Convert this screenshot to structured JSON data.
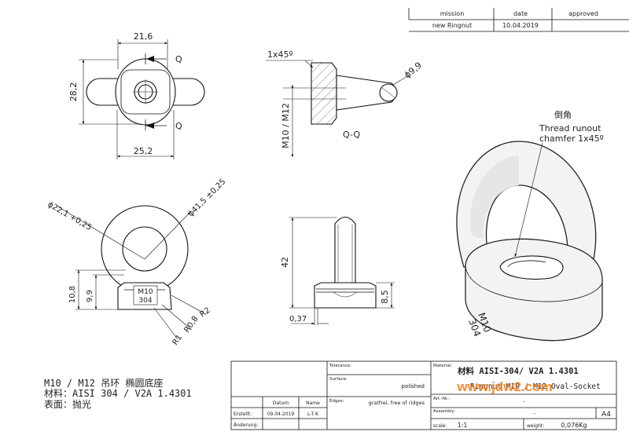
{
  "header": {
    "mission_label": "mission",
    "date_label": "date",
    "approved_label": "approved",
    "mission_value": "new Ringnut",
    "date_value": "10.04.2019",
    "approved_value": ""
  },
  "views": {
    "top": {
      "dim_width": "21,6",
      "dim_height": "28,2",
      "dim_bottom": "25,2",
      "section_a": "Q",
      "section_b": "Q"
    },
    "side": {
      "chamfer": "1x45º",
      "diameter": "ϕ9,9",
      "thread": "M10 / M12",
      "section_name": "Q-Q"
    },
    "front": {
      "dia_inner": "ϕ22,1 +0,25",
      "dia_outer": "ϕ41,5 ±0,25",
      "h1": "10,8",
      "h2": "9,9",
      "engrave_1": "M10",
      "engrave_2": "304",
      "r2": "R2",
      "r08": "R0,8",
      "r1": "R1"
    },
    "center": {
      "h42": "42",
      "h85": "8,5",
      "w037": "0,37"
    },
    "iso": {
      "note_cn": "倒角",
      "note_1": "Thread runout",
      "note_2": "chamfer 1x45º",
      "engrave_1": "M10",
      "engrave_2": "304"
    }
  },
  "notes": {
    "line1": "M10 / M12 吊环  椭圆底座",
    "line2": "材料：AISI 304 / V2A 1.4301",
    "line3": "表面：抛光"
  },
  "title_block": {
    "tolerance_label": "Tolerance:",
    "tolerance_value": "",
    "surface_label": "Surface:",
    "surface_value": "polished",
    "edges_label": "Edges:",
    "edges_value": "gratfrei, free of ridges",
    "col_datum": "Datum",
    "col_name": "Name",
    "erstellt_label": "Erstellt:",
    "erstellt_date": "09.04.2019",
    "erstellt_name": "L-T-K",
    "aenderung_label": "Änderung:",
    "material_label": "Material:",
    "material_value": "材料 AISI-304/ V2A 1.4301",
    "designation_value": "Ringnut M10 / M12 Oval-Socket",
    "artnr_label": "Art.-Nr.:",
    "artnr_value": "-",
    "assembly_label": "Assembly:",
    "assembly_value": "-",
    "format_value": "A4",
    "scale_label": "scale:",
    "scale_value": "1:1",
    "weight_label": "weight:",
    "weight_value": "0,076Kg"
  },
  "watermark": {
    "text": "www.jdw2.com"
  }
}
